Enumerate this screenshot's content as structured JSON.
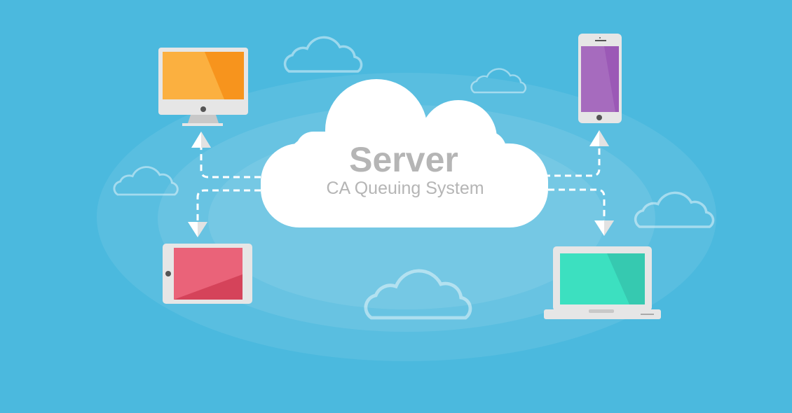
{
  "server": {
    "title": "Server",
    "subtitle": "CA Queuing System"
  },
  "devices": [
    "desktop-monitor",
    "smartphone",
    "tablet",
    "laptop"
  ],
  "colors": {
    "background": "#4bb9de",
    "monitor_screen": "#fbb040",
    "phone_screen": "#a66bbe",
    "tablet_screen": "#ea6379",
    "laptop_screen": "#3ce0c0",
    "text": "#b5b5b5"
  }
}
